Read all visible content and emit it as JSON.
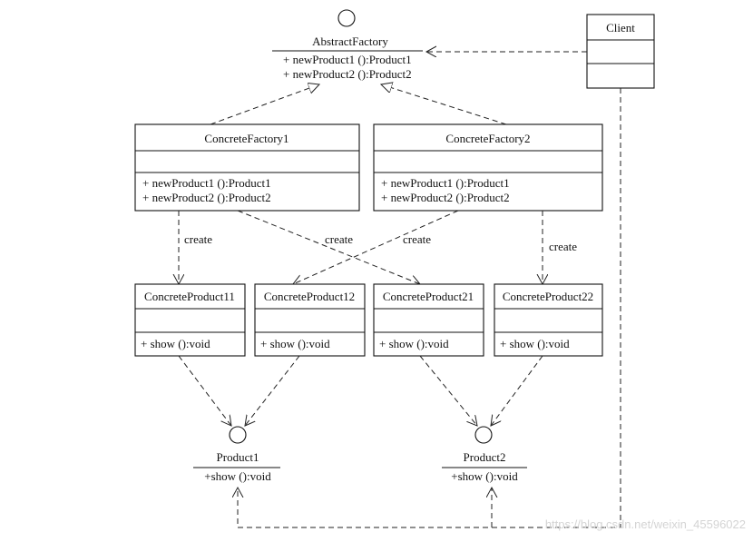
{
  "abstract_factory": {
    "name": "AbstractFactory",
    "operations": [
      "+ newProduct1 ():Product1",
      "+ newProduct2 ():Product2"
    ]
  },
  "client": {
    "name": "Client"
  },
  "concrete_factories": [
    {
      "name": "ConcreteFactory1",
      "operations": [
        "+ newProduct1 ():Product1",
        "+ newProduct2 ():Product2"
      ]
    },
    {
      "name": "ConcreteFactory2",
      "operations": [
        "+ newProduct1 ():Product1",
        "+ newProduct2 ():Product2"
      ]
    }
  ],
  "concrete_products": [
    {
      "name": "ConcreteProduct11",
      "operations": [
        "+ show ():void"
      ]
    },
    {
      "name": "ConcreteProduct12",
      "operations": [
        "+ show ():void"
      ]
    },
    {
      "name": "ConcreteProduct21",
      "operations": [
        "+ show ():void"
      ]
    },
    {
      "name": "ConcreteProduct22",
      "operations": [
        "+ show ():void"
      ]
    }
  ],
  "products": [
    {
      "name": "Product1",
      "operations": [
        "+show ():void"
      ]
    },
    {
      "name": "Product2",
      "operations": [
        "+show ():void"
      ]
    }
  ],
  "relations": {
    "create_labels": [
      "create",
      "create",
      "create",
      "create"
    ]
  },
  "watermark": "https://blog.csdn.net/weixin_45596022"
}
